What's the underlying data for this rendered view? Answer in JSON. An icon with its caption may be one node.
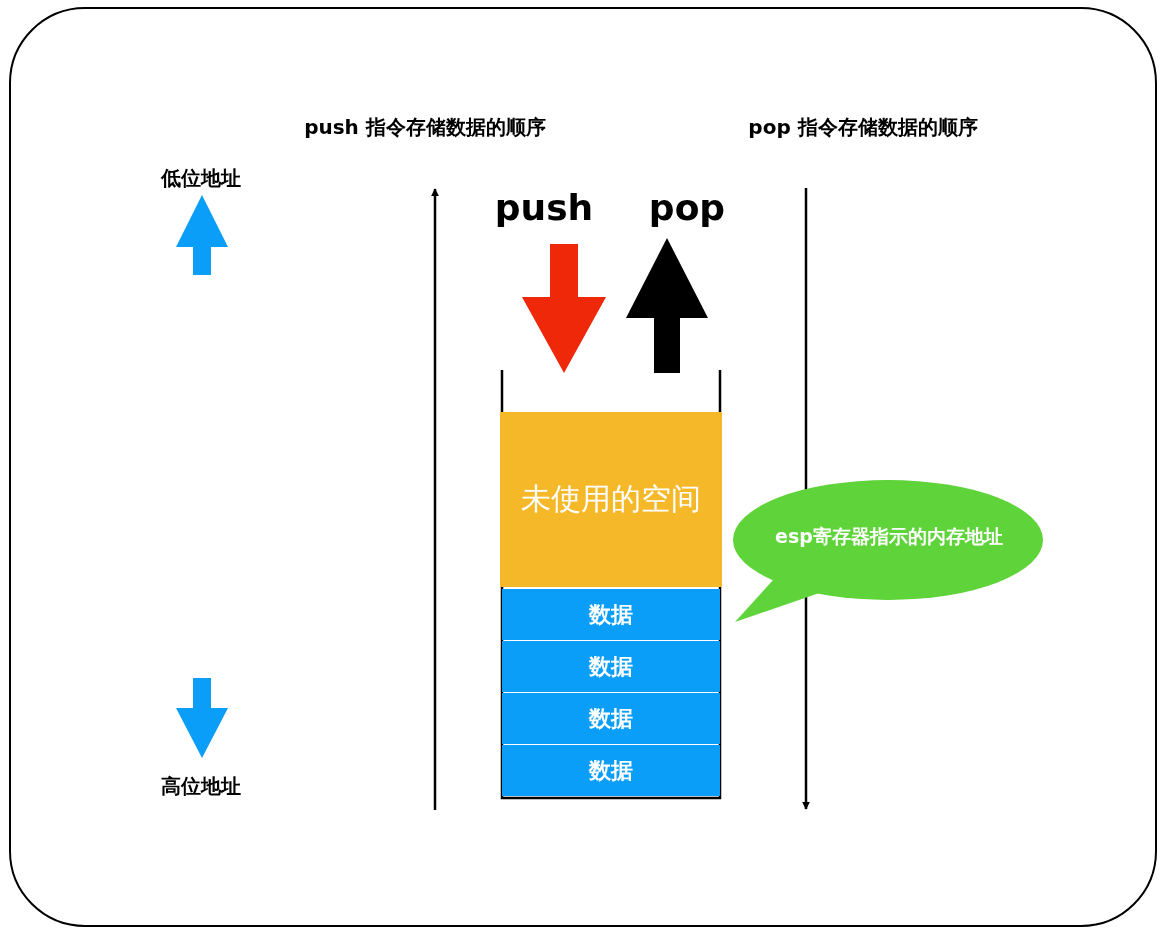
{
  "diagram": {
    "nodes": [
      {
        "text": [
          "未使用的空间"
        ]
      },
      {
        "text": [
          "数据"
        ]
      },
      {
        "text": [
          "数据"
        ]
      },
      {
        "text": [
          "数据"
        ]
      },
      {
        "text": [
          "数据"
        ]
      },
      {
        "text": [
          "esp寄存器指示的内存地址"
        ]
      }
    ],
    "labels": [
      "push 指令存储数据的顺序",
      "pop 指令存储数据的顺序",
      "低位地址",
      "push",
      "pop",
      "高位地址"
    ]
  }
}
